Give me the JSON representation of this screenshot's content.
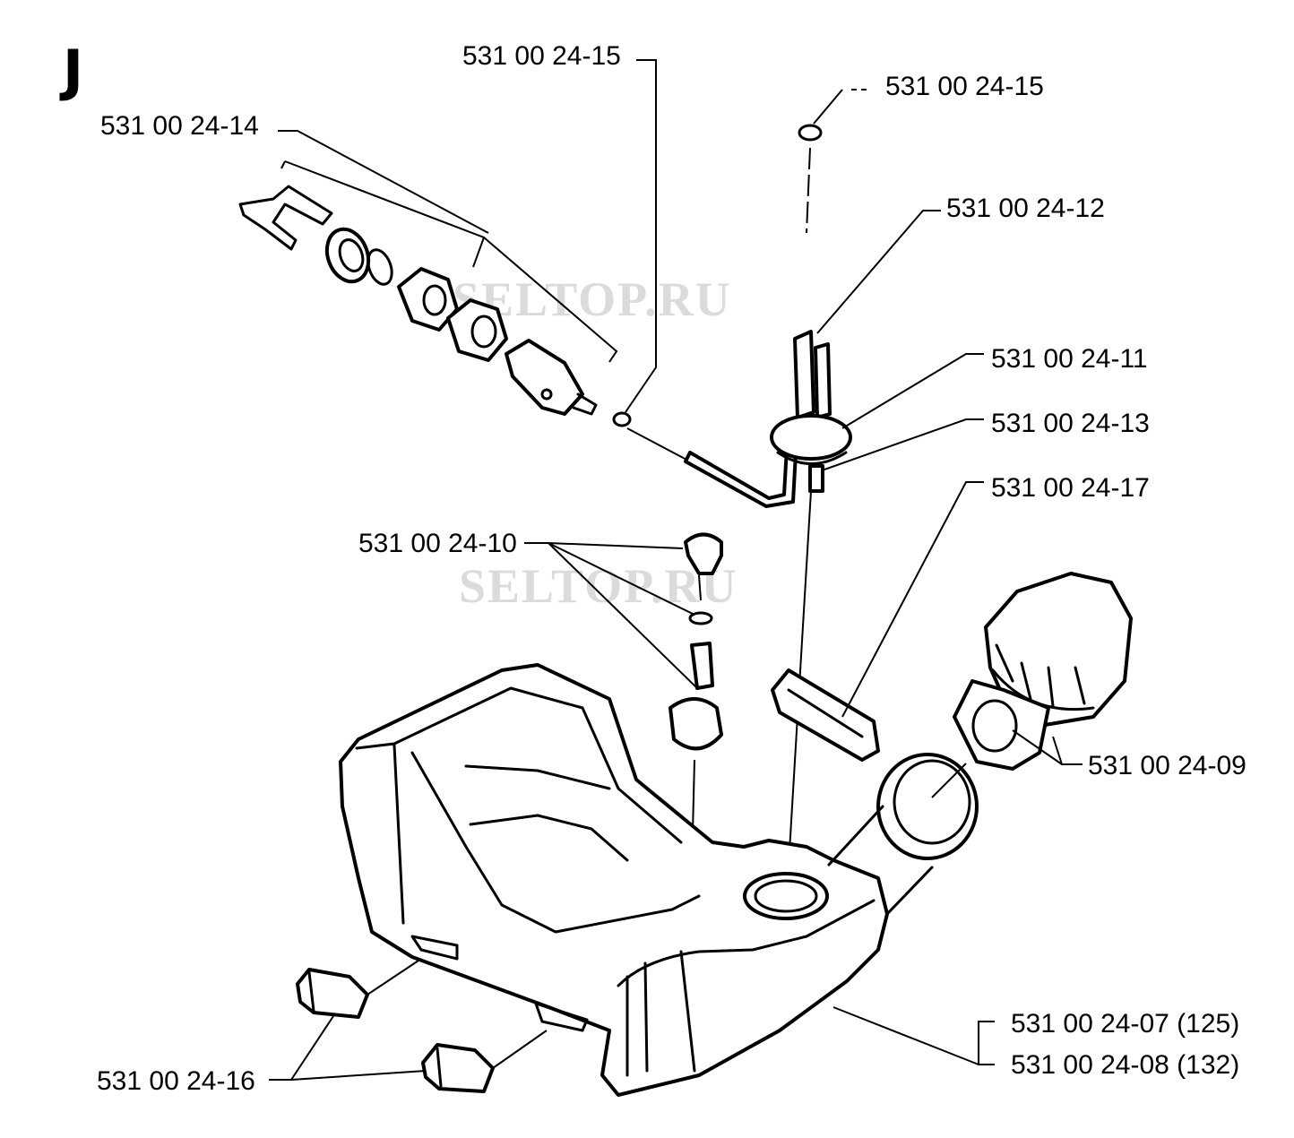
{
  "section_letter": "J",
  "watermark": "SELTOP.RU",
  "labels": {
    "p15a": "531 00 24-15",
    "p15b": "531 00 24-15",
    "p14": "531 00 24-14",
    "p12": "531 00 24-12",
    "p11": "531 00 24-11",
    "p13": "531 00 24-13",
    "p17": "531 00 24-17",
    "p10": "531 00 24-10",
    "p09": "531 00 24-09",
    "p07": "531 00 24-07 (125)",
    "p08": "531 00 24-08 (132)",
    "p16": "531 00 24-16"
  }
}
